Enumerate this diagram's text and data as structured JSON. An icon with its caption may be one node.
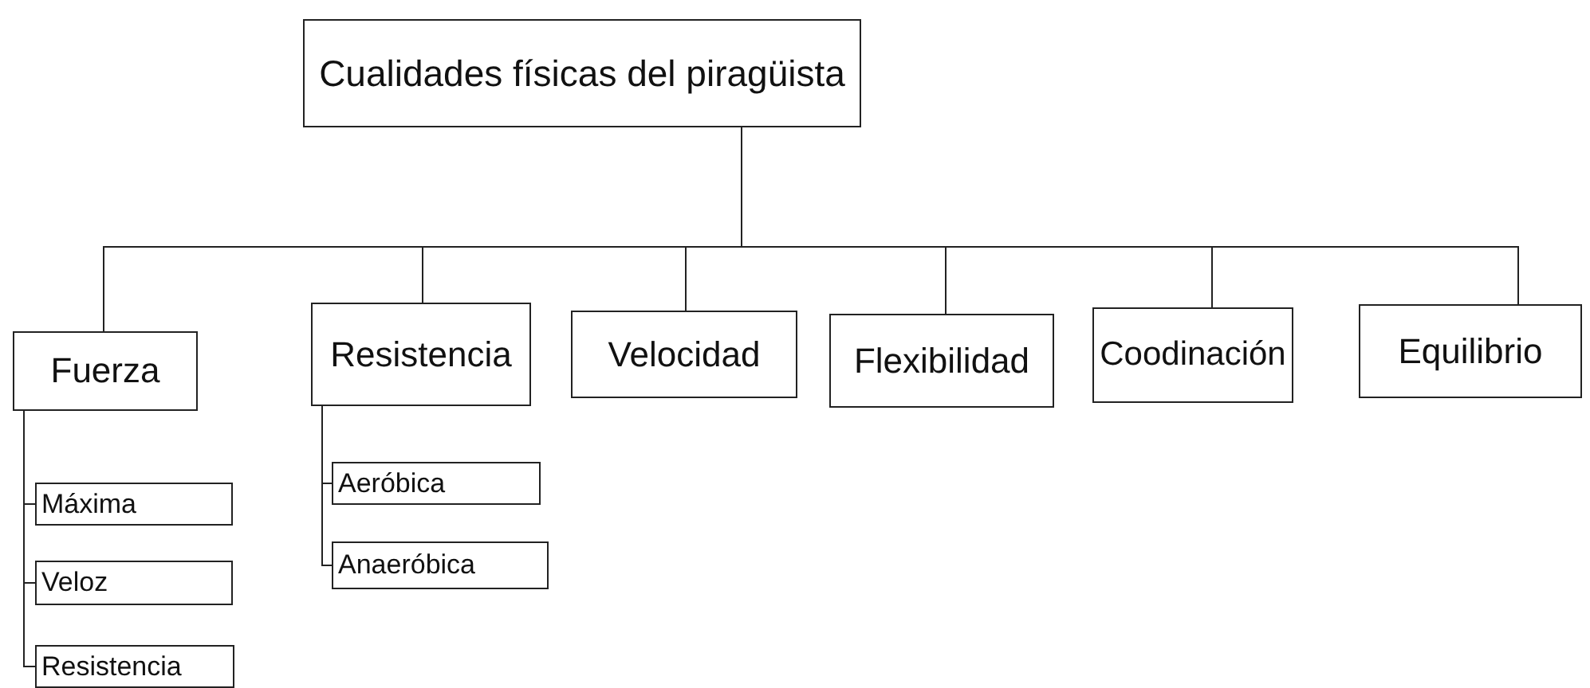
{
  "diagram": {
    "nodes": [
      {
        "text": [
          "Cualidades físicas del piragüista"
        ]
      },
      {
        "text": [
          "Fuerza"
        ]
      },
      {
        "text": [
          "Resistencia"
        ]
      },
      {
        "text": [
          "Velocidad"
        ]
      },
      {
        "text": [
          "Flexibilidad"
        ]
      },
      {
        "text": [
          "Coodinación"
        ]
      },
      {
        "text": [
          "Equilibrio"
        ]
      },
      {
        "text": [
          "Máxima"
        ]
      },
      {
        "text": [
          "Veloz"
        ]
      },
      {
        "text": [
          "Resistencia"
        ]
      },
      {
        "text": [
          "Aeróbica"
        ]
      },
      {
        "text": [
          "Anaeróbica"
        ]
      }
    ],
    "edges": [
      {
        "from": 0,
        "to": 1,
        "arrow": "none"
      },
      {
        "from": 0,
        "to": 2,
        "arrow": "none"
      },
      {
        "from": 0,
        "to": 3,
        "arrow": "none"
      },
      {
        "from": 0,
        "to": 4,
        "arrow": "none"
      },
      {
        "from": 0,
        "to": 5,
        "arrow": "none"
      },
      {
        "from": 0,
        "to": 6,
        "arrow": "none"
      },
      {
        "from": 1,
        "to": 7,
        "arrow": "none"
      },
      {
        "from": 1,
        "to": 8,
        "arrow": "none"
      },
      {
        "from": 1,
        "to": 9,
        "arrow": "none"
      },
      {
        "from": 2,
        "to": 10,
        "arrow": "none"
      },
      {
        "from": 2,
        "to": 11,
        "arrow": "none"
      }
    ]
  }
}
